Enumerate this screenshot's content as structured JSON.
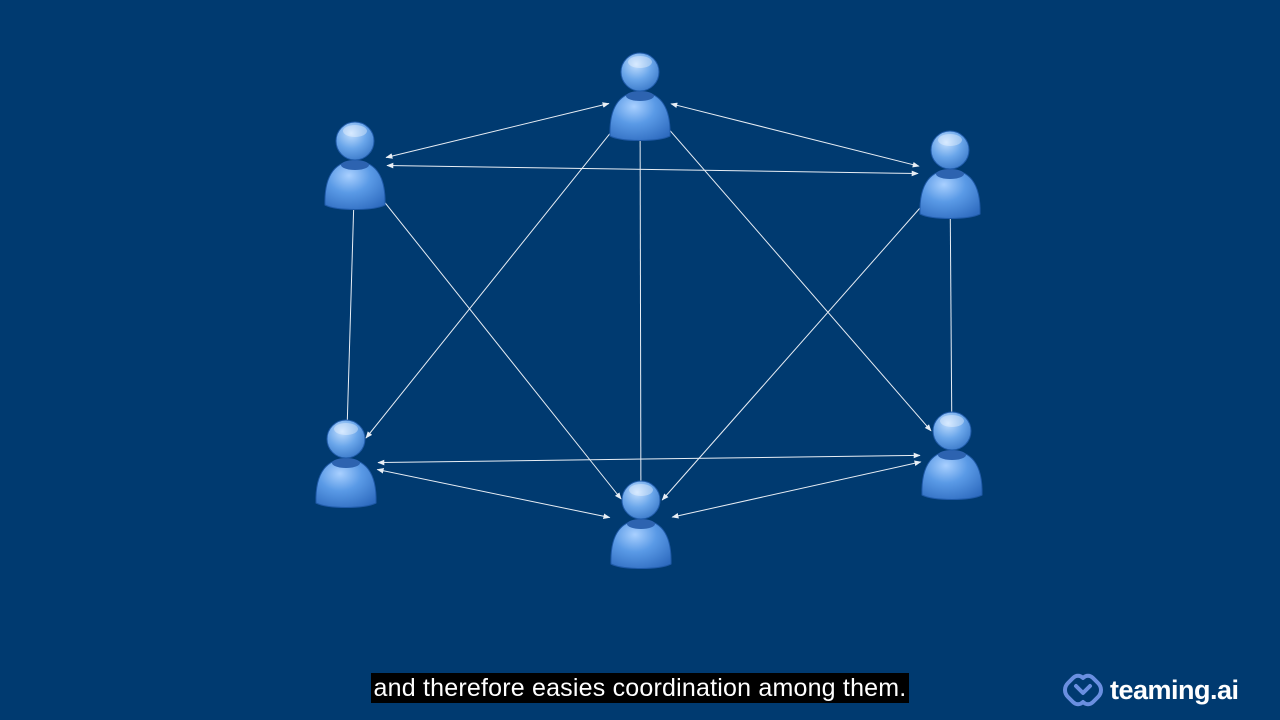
{
  "subtitle": "and therefore easies coordination among them.",
  "brand": {
    "name": "teaming.ai",
    "icon": "teaming-logo-icon"
  },
  "diagram": {
    "type": "fully-connected-network",
    "node_icon": "person-icon",
    "nodes": [
      "person-top",
      "person-top-left",
      "person-top-right",
      "person-bottom-left",
      "person-bottom",
      "person-bottom-right"
    ],
    "edges": [
      [
        "person-top-left",
        "person-top"
      ],
      [
        "person-top",
        "person-top-right"
      ],
      [
        "person-top-left",
        "person-top-right"
      ],
      [
        "person-top-left",
        "person-bottom-left"
      ],
      [
        "person-top-right",
        "person-bottom-right"
      ],
      [
        "person-top-left",
        "person-bottom"
      ],
      [
        "person-top",
        "person-bottom"
      ],
      [
        "person-top",
        "person-bottom-left"
      ],
      [
        "person-top",
        "person-bottom-right"
      ],
      [
        "person-top-right",
        "person-bottom"
      ],
      [
        "person-bottom-left",
        "person-bottom-right"
      ],
      [
        "person-bottom-left",
        "person-bottom"
      ],
      [
        "person-bottom",
        "person-bottom-right"
      ]
    ]
  },
  "colors": {
    "background": "#003a70",
    "person": "#5a9ae6",
    "connector": "#e8eef5",
    "subtitle_bg": "#000000",
    "subtitle_text": "#ffffff",
    "logo": "#6a8fe0"
  }
}
